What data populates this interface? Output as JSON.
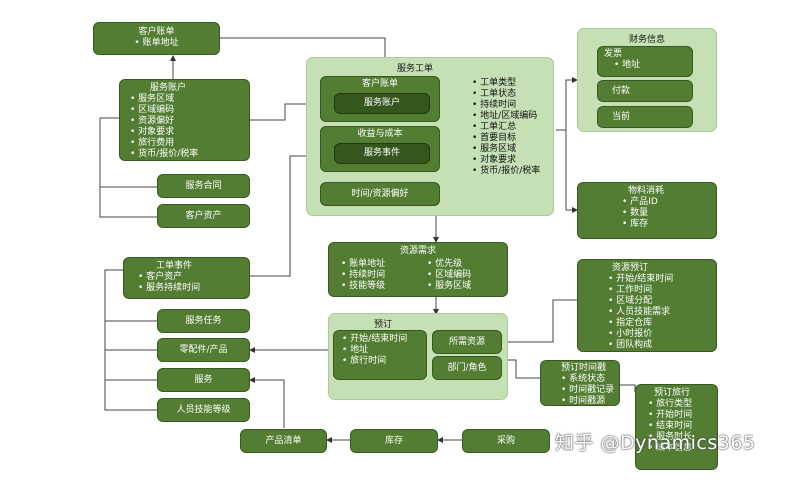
{
  "customer_account_top": {
    "title": "客户账单",
    "items": [
      "账单地址"
    ]
  },
  "service_account": {
    "title": "服务账户",
    "items": [
      "服务区域",
      "区域编码",
      "资源偏好",
      "对象要求",
      "旅行费用",
      "货币/报价/税率"
    ]
  },
  "service_contract": "服务合同",
  "customer_asset": "客户资产",
  "work_order_event": {
    "title": "工单事件",
    "items": [
      "客户资产",
      "服务持续时间"
    ]
  },
  "service_task": "服务任务",
  "parts_products": "零配件/产品",
  "service": "服务",
  "staff_skill_level": "人员技能等级",
  "work_order": {
    "title": "服务工单",
    "customer_billing": "客户账单",
    "service_account": "服务账户",
    "revenue_cost": "收益与成本",
    "service_event": "服务事件",
    "time_resource_pref": "时间/资源偏好",
    "attributes": [
      "工单类型",
      "工单状态",
      "持续时间",
      "地址/区域编码",
      "工单汇总",
      "首要目标",
      "服务区域",
      "对象要求",
      "货币/报价/税率"
    ]
  },
  "finance_info": {
    "title": "财务信息",
    "invoice": "发票",
    "invoice_items": [
      "地址"
    ],
    "payment": "付款",
    "current": "当前"
  },
  "material_consumption": {
    "title": "物料消耗",
    "items": [
      "产品ID",
      "数量",
      "库存"
    ]
  },
  "resource_requirement": {
    "title": "资源需求",
    "left_items": [
      "账单地址",
      "持续时间",
      "技能等级"
    ],
    "right_items": [
      "优先级",
      "区域编码",
      "服务区域"
    ]
  },
  "resource_booking": {
    "title": "资源预订",
    "items": [
      "开始/结束时间",
      "工作时间",
      "区域分配",
      "人员技能需求",
      "指定仓库",
      "小时报价",
      "团队构成"
    ]
  },
  "booking": {
    "title": "预订",
    "inner_items": [
      "开始/结束时间",
      "地址",
      "旅行时间"
    ],
    "required_resource": "所需资源",
    "department_role": "部门/角色"
  },
  "booking_timestamp": {
    "title": "预订时间戳",
    "items": [
      "系统状态",
      "时间戳记录",
      "时间戳源"
    ]
  },
  "booking_travel": {
    "title": "预订旅行",
    "items": [
      "旅行类型",
      "开始时间",
      "结束时间",
      "服务时长",
      "成本信息"
    ]
  },
  "product_list": "产品清单",
  "inventory": "库存",
  "purchasing": "采购",
  "watermark": "知乎 @Dynamics365"
}
